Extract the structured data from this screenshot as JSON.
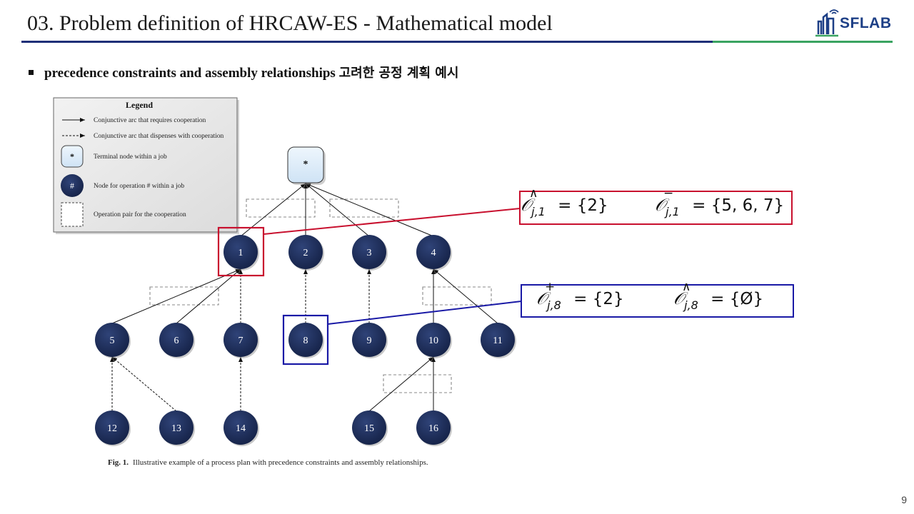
{
  "slide": {
    "title": "03. Problem definition of HRCAW-ES - Mathematical model",
    "logo_text": "SFLAB",
    "bullet": "precedence constraints and assembly relationships",
    "bullet_ko": "고려한 공정 계획 예시",
    "page_number": "9"
  },
  "legend": {
    "title": "Legend",
    "items": [
      "Conjunctive arc that requires cooperation",
      "Conjunctive arc that dispenses with cooperation",
      "Terminal node within a job",
      "Node for operation # within a job",
      "Operation pair for the cooperation"
    ],
    "terminal_symbol": "*",
    "node_symbol": "#"
  },
  "graph": {
    "terminal": "*",
    "nodes": [
      "1",
      "2",
      "3",
      "4",
      "5",
      "6",
      "7",
      "8",
      "9",
      "10",
      "11",
      "12",
      "13",
      "14",
      "15",
      "16"
    ]
  },
  "figure": {
    "caption_label": "Fig. 1.",
    "caption_text": "Illustrative example of a process plan with precedence constraints and assembly relationships."
  },
  "formula_red": {
    "left_op": "∧",
    "left_sub": "j,1",
    "left_val": "= {2}",
    "right_op": "−",
    "right_sub": "j,1",
    "right_val": "= {5, 6, 7}"
  },
  "formula_blue": {
    "left_op": "+",
    "left_sub": "j,8",
    "left_val": "= {2}",
    "right_op": "∧",
    "right_sub": "j,8",
    "right_val": "= {Ø}"
  },
  "colors": {
    "title_rule": "#1f2f78",
    "title_rule_accent": "#3aa361",
    "node_fill": "#1b2a55",
    "terminal_fill": "#dcecf8",
    "highlight_red": "#c8102e",
    "highlight_blue": "#1a1aa6"
  },
  "icons": [
    "logo-icon",
    "bullet-square-icon"
  ]
}
